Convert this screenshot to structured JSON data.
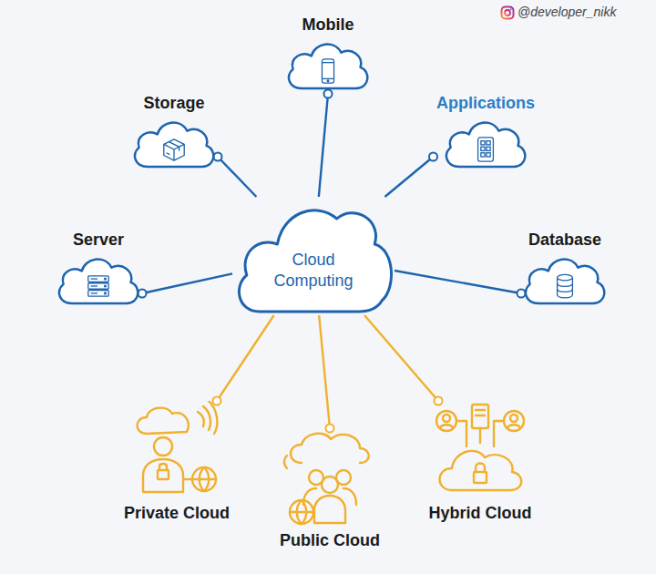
{
  "diagram": {
    "nodes": [
      {
        "text": [
          "Mobile"
        ]
      },
      {
        "text": [
          "Storage"
        ]
      },
      {
        "text": [
          "Applications"
        ]
      },
      {
        "text": [
          "Server"
        ]
      },
      {
        "text": [
          "Cloud Computing"
        ]
      },
      {
        "text": [
          "Database"
        ]
      },
      {
        "text": [
          "Private Cloud"
        ]
      },
      {
        "text": [
          "Public Cloud"
        ]
      },
      {
        "text": [
          "Hybrid Cloud"
        ]
      }
    ],
    "edges": [
      {
        "from": 4,
        "to": 0,
        "arrow": "none"
      },
      {
        "from": 4,
        "to": 1,
        "arrow": "none"
      },
      {
        "from": 4,
        "to": 2,
        "arrow": "none"
      },
      {
        "from": 4,
        "to": 3,
        "arrow": "none"
      },
      {
        "from": 4,
        "to": 5,
        "arrow": "none"
      },
      {
        "from": 4,
        "to": 6,
        "arrow": "none"
      },
      {
        "from": 4,
        "to": 7,
        "arrow": "none"
      },
      {
        "from": 4,
        "to": 8,
        "arrow": "none"
      }
    ],
    "labels": [
      "@developer_nikk"
    ]
  }
}
